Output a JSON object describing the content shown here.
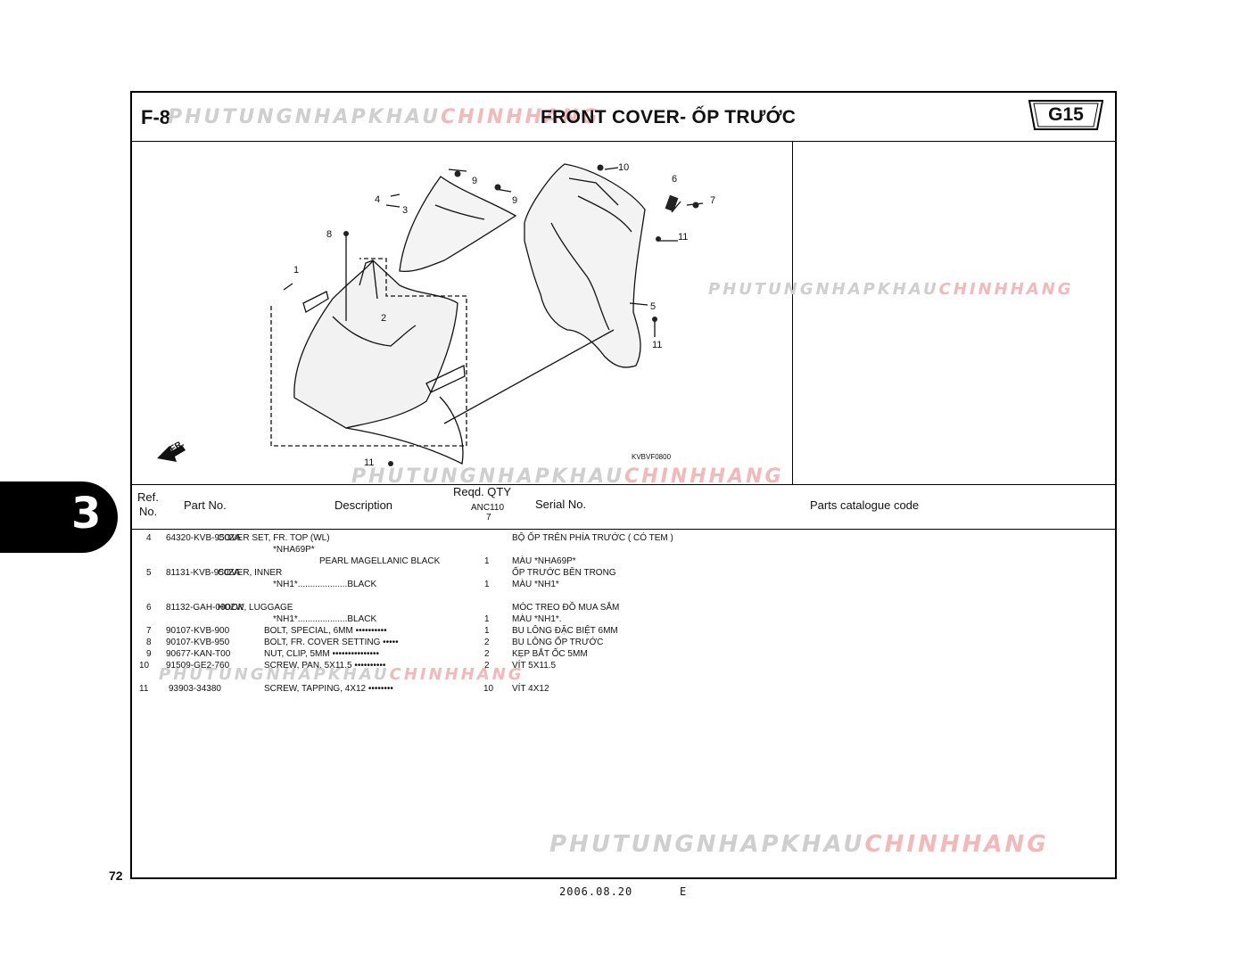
{
  "header": {
    "figure_no": "F-8",
    "title": "FRONT COVER- ỐP TRƯỚC",
    "group_code": "G15"
  },
  "watermark": {
    "gray": "PHUTUNGNHAPKHAU",
    "red": "CHINHHANG"
  },
  "diagram": {
    "callouts": [
      "1",
      "2",
      "3",
      "4",
      "5",
      "6",
      "7",
      "8",
      "9",
      "9",
      "10",
      "11",
      "11",
      "11"
    ],
    "fr_label": "FR.",
    "code": "KVBVF0800"
  },
  "table": {
    "headers": {
      "ref": "Ref.",
      "no": "No.",
      "part_no": "Part No.",
      "description": "Description",
      "reqd_qty": "Reqd. QTY",
      "model": "ANC110",
      "model_sub": "7",
      "serial_no": "Serial No.",
      "catalogue_code": "Parts catalogue code"
    },
    "rows": [
      {
        "ref": "4",
        "part": "64320-KVB-950ZA",
        "desc": "COVER SET, FR. TOP (WL)",
        "qty": "",
        "note": "BỘ ỐP TRÊN PHÍA TRƯỚC ( CÓ TEM )"
      },
      {
        "ref": "",
        "part": "",
        "desc": "*NHA69P*",
        "qty": "",
        "note": ""
      },
      {
        "ref": "",
        "part": "",
        "desc": "PEARL MAGELLANIC BLACK",
        "qty": "1",
        "note": "MÀU *NHA69P*"
      },
      {
        "ref": "5",
        "part": "81131-KVB-950ZA",
        "desc": "COVER, INNER",
        "qty": "",
        "note": "ỐP TRƯỚC BÊN TRONG"
      },
      {
        "ref": "",
        "part": "",
        "desc": "*NH1*....................BLACK",
        "qty": "1",
        "note": "MÀU *NH1*"
      },
      {
        "ref": "6",
        "part": "81132-GAH-000ZW",
        "desc": "HOOK, LUGGAGE",
        "qty": "",
        "note": "MÓC TREO ĐỒ MUA SẮM"
      },
      {
        "ref": "",
        "part": "",
        "desc": "*NH1*....................BLACK",
        "qty": "1",
        "note": "MÀU *NH1*."
      },
      {
        "ref": "7",
        "part": "90107-KVB-900",
        "desc": "BOLT, SPECIAL, 6MM ••••••••••",
        "qty": "1",
        "note": "BU LÔNG ĐẶC BIỆT 6MM"
      },
      {
        "ref": "8",
        "part": "90107-KVB-950",
        "desc": "BOLT, FR. COVER SETTING •••••",
        "qty": "2",
        "note": "BU LÔNG ỐP TRƯỚC"
      },
      {
        "ref": "9",
        "part": "90677-KAN-T00",
        "desc": "NUT, CLIP, 5MM •••••••••••••••",
        "qty": "2",
        "note": "KẸP BẮT ỐC 5MM"
      },
      {
        "ref": "10",
        "part": "91509-GE2-760",
        "desc": "SCREW, PAN, 5X11.5 ••••••••••",
        "qty": "2",
        "note": "VÍT 5X11.5"
      },
      {
        "ref": "11",
        "part": "93903-34380",
        "desc": "SCREW, TAPPING, 4X12 ••••••••",
        "qty": "10",
        "note": "VÍT 4X12"
      }
    ]
  },
  "footer": {
    "section_tab": "3",
    "page_number": "72",
    "date": "2006.08.20",
    "edition": "E"
  }
}
